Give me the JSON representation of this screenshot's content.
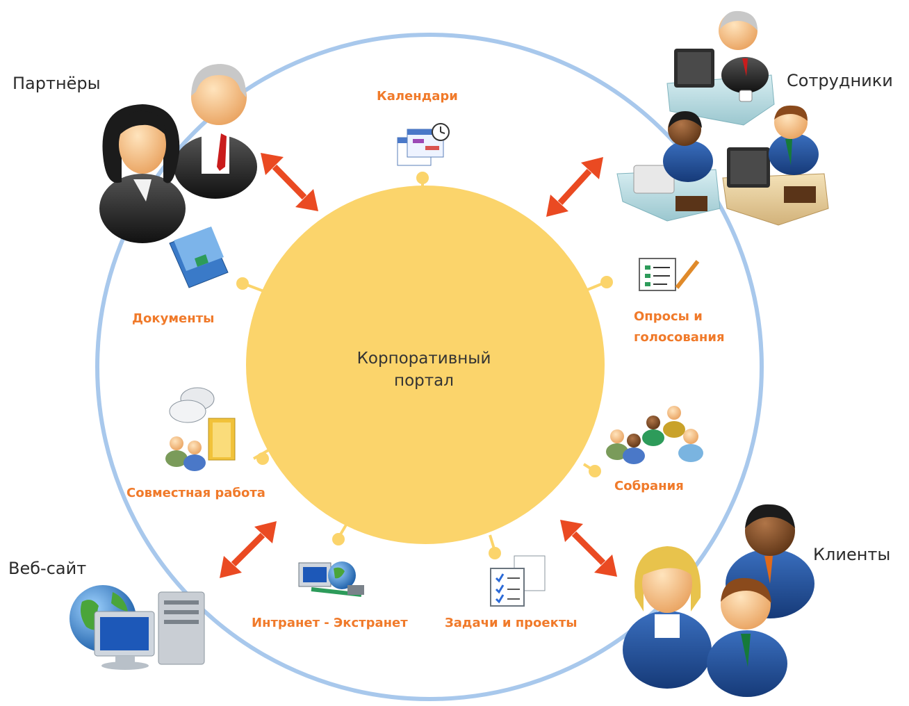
{
  "center": {
    "line1": "Корпоративный",
    "line2": "портал"
  },
  "stakeholders": {
    "partners": "Партнёры",
    "employees": "Сотрудники",
    "website": "Веб-сайт",
    "clients": "Клиенты"
  },
  "features": {
    "calendars": "Календари",
    "documents": "Документы",
    "polls_line1": "Опросы и",
    "polls_line2": "голосования",
    "collaboration": "Совместная работа",
    "meetings": "Собрания",
    "intranet": "Интранет - Экстранет",
    "tasks": "Задачи и проекты"
  },
  "colors": {
    "ring": "#a8c8ec",
    "core": "#fbd46b",
    "arrow": "#ea4a22",
    "feature_text": "#f07a2a"
  }
}
